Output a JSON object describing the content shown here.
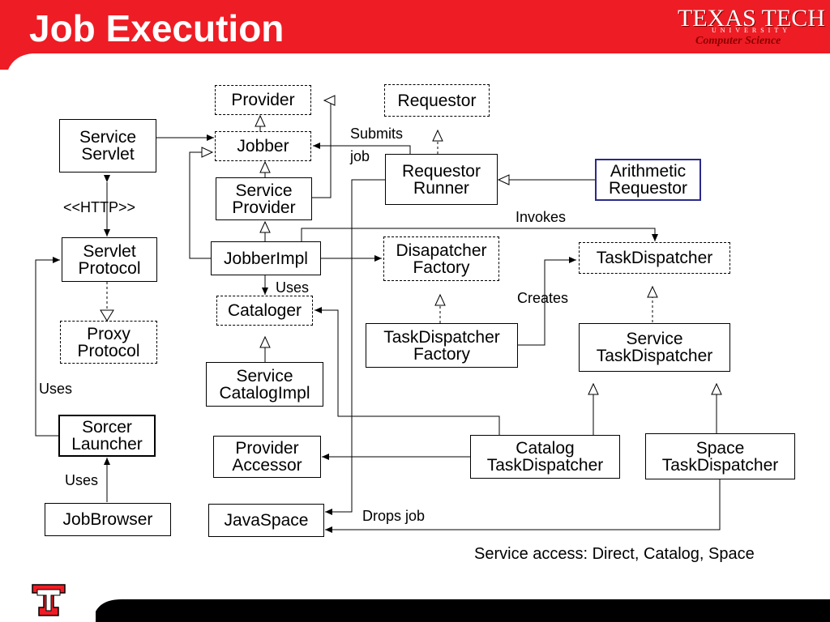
{
  "slide": {
    "title": "Job Execution",
    "logo": {
      "main": "TEXAS TECH",
      "university": "UNIVERSITY",
      "department": "Computer Science"
    },
    "colors": {
      "header_red": "#ee1c24",
      "dark_red": "#8b0000",
      "footer_black": "#000000"
    }
  },
  "diagram": {
    "boxes": [
      {
        "id": "provider",
        "label": "Provider"
      },
      {
        "id": "requestor",
        "label": "Requestor"
      },
      {
        "id": "service-servlet",
        "label": "Service\nServlet"
      },
      {
        "id": "jobber",
        "label": "Jobber"
      },
      {
        "id": "requestor-runner",
        "label": "Requestor\nRunner"
      },
      {
        "id": "arithmetic-requestor",
        "label": "Arithmetic\nRequestor"
      },
      {
        "id": "service-provider",
        "label": "Service\nProvider"
      },
      {
        "id": "servlet-protocol",
        "label": "Servlet\nProtocol"
      },
      {
        "id": "jobberimpl",
        "label": "JobberImpl"
      },
      {
        "id": "dispatcher-factory",
        "label": "Disapatcher\nFactory"
      },
      {
        "id": "taskdispatcher",
        "label": "TaskDispatcher"
      },
      {
        "id": "cataloger",
        "label": "Cataloger"
      },
      {
        "id": "proxy-protocol",
        "label": "Proxy\nProtocol"
      },
      {
        "id": "taskdispatcher-factory",
        "label": "TaskDispatcher\nFactory"
      },
      {
        "id": "service-taskdispatcher",
        "label": "Service\nTaskDispatcher"
      },
      {
        "id": "service-catalogimpl",
        "label": "Service\nCatalogImpl"
      },
      {
        "id": "sorcer-launcher",
        "label": "Sorcer\nLauncher"
      },
      {
        "id": "provider-accessor",
        "label": "Provider\nAccessor"
      },
      {
        "id": "catalog-taskdispatcher",
        "label": "Catalog\nTaskDispatcher"
      },
      {
        "id": "space-taskdispatcher",
        "label": "Space\nTaskDispatcher"
      },
      {
        "id": "jobbrowser",
        "label": "JobBrowser"
      },
      {
        "id": "javaspace",
        "label": "JavaSpace"
      }
    ],
    "labels": [
      {
        "id": "submits",
        "text": "Submits"
      },
      {
        "id": "job",
        "text": "job"
      },
      {
        "id": "http",
        "text": "<<HTTP>>"
      },
      {
        "id": "invokes",
        "text": "Invokes"
      },
      {
        "id": "uses-jobberimpl",
        "text": "Uses"
      },
      {
        "id": "creates",
        "text": "Creates"
      },
      {
        "id": "uses-launcher",
        "text": "Uses"
      },
      {
        "id": "uses-jobbrowser",
        "text": "Uses"
      },
      {
        "id": "drops-job",
        "text": "Drops job"
      },
      {
        "id": "service-access",
        "text": "Service access: Direct, Catalog, Space"
      }
    ]
  }
}
